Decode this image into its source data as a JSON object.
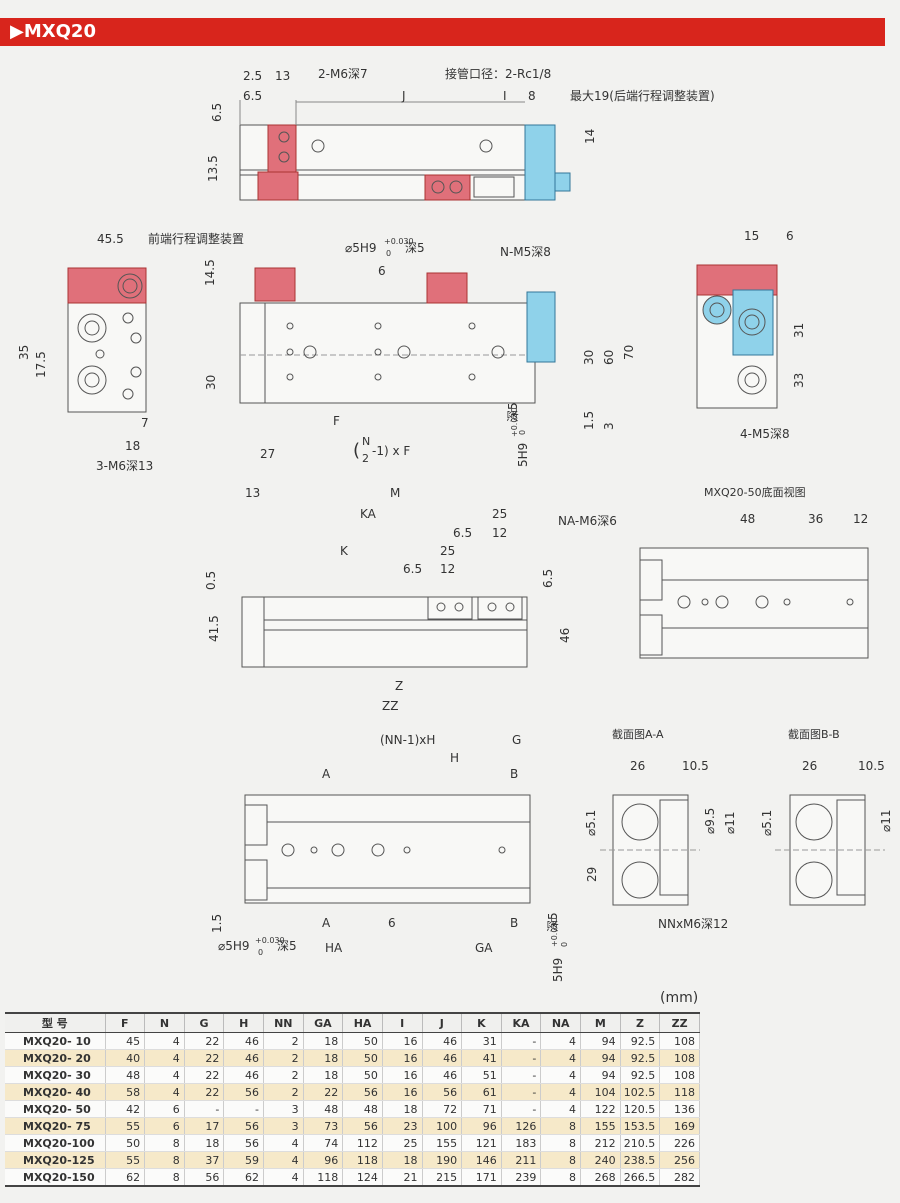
{
  "header": {
    "title": "MXQ20"
  },
  "labels": {
    "top_dims": [
      "2.5",
      "13",
      "6.5",
      "2-M6深7",
      "J",
      "接管口径：2-Rc1/8",
      "I",
      "8",
      "最大19(后端行程调整装置)",
      "6.5",
      "14",
      "13.5"
    ],
    "left_view": [
      "45.5",
      "前端行程调整装置",
      "35",
      "17.5",
      "7",
      "18",
      "3-M6深13"
    ],
    "center_view": [
      "14.5",
      "⌀5H9",
      "+0.030",
      "0",
      "深5",
      "6",
      "N-M5深8",
      "30",
      "F",
      "27",
      "N",
      "2",
      "-1) x F",
      "(",
      "5H9",
      "+0.030",
      "0",
      "深5",
      "30",
      "60",
      "70",
      "1.5",
      "3"
    ],
    "right_view": [
      "15",
      "6",
      "31",
      "33",
      "4-M5深8"
    ],
    "side_view": [
      "13",
      "M",
      "KA",
      "25",
      "6.5",
      "12",
      "NA-M6深6",
      "K",
      "25",
      "6.5",
      "12",
      "6.5",
      "0.5",
      "41.5",
      "46",
      "Z",
      "ZZ"
    ],
    "bottom_title": "MXQ20-50底面视图",
    "bottom_dims": [
      "48",
      "36",
      "12"
    ],
    "lower_view": [
      "(NN-1)xH",
      "G",
      "H",
      "A",
      "B",
      "29",
      "1.5",
      "A",
      "6",
      "B",
      "⌀5H9",
      "+0.030",
      "0",
      "深5",
      "HA",
      "GA",
      "5H9",
      "+0.030",
      "0",
      "深5"
    ],
    "section_a": [
      "截面图A-A",
      "26",
      "10.5",
      "⌀5.1",
      "⌀9.5",
      "⌀11",
      "NNxM6深12"
    ],
    "section_b": [
      "截面图B-B",
      "26",
      "10.5",
      "⌀5.1",
      "⌀11"
    ]
  },
  "table": {
    "unit": "(mm)",
    "headers": [
      "型 号",
      "F",
      "N",
      "G",
      "H",
      "NN",
      "GA",
      "HA",
      "I",
      "J",
      "K",
      "KA",
      "NA",
      "M",
      "Z",
      "ZZ"
    ],
    "rows": [
      [
        "MXQ20- 10",
        "45",
        "4",
        "22",
        "46",
        "2",
        "18",
        "50",
        "16",
        "46",
        "31",
        "-",
        "4",
        "94",
        "92.5",
        "108"
      ],
      [
        "MXQ20- 20",
        "40",
        "4",
        "22",
        "46",
        "2",
        "18",
        "50",
        "16",
        "46",
        "41",
        "-",
        "4",
        "94",
        "92.5",
        "108"
      ],
      [
        "MXQ20- 30",
        "48",
        "4",
        "22",
        "46",
        "2",
        "18",
        "50",
        "16",
        "46",
        "51",
        "-",
        "4",
        "94",
        "92.5",
        "108"
      ],
      [
        "MXQ20- 40",
        "58",
        "4",
        "22",
        "56",
        "2",
        "22",
        "56",
        "16",
        "56",
        "61",
        "-",
        "4",
        "104",
        "102.5",
        "118"
      ],
      [
        "MXQ20- 50",
        "42",
        "6",
        "-",
        "-",
        "3",
        "48",
        "48",
        "18",
        "72",
        "71",
        "-",
        "4",
        "122",
        "120.5",
        "136"
      ],
      [
        "MXQ20- 75",
        "55",
        "6",
        "17",
        "56",
        "3",
        "73",
        "56",
        "23",
        "100",
        "96",
        "126",
        "8",
        "155",
        "153.5",
        "169"
      ],
      [
        "MXQ20-100",
        "50",
        "8",
        "18",
        "56",
        "4",
        "74",
        "112",
        "25",
        "155",
        "121",
        "183",
        "8",
        "212",
        "210.5",
        "226"
      ],
      [
        "MXQ20-125",
        "55",
        "8",
        "37",
        "59",
        "4",
        "96",
        "118",
        "18",
        "190",
        "146",
        "211",
        "8",
        "240",
        "238.5",
        "256"
      ],
      [
        "MXQ20-150",
        "62",
        "8",
        "56",
        "62",
        "4",
        "118",
        "124",
        "21",
        "215",
        "171",
        "239",
        "8",
        "268",
        "266.5",
        "282"
      ]
    ]
  }
}
